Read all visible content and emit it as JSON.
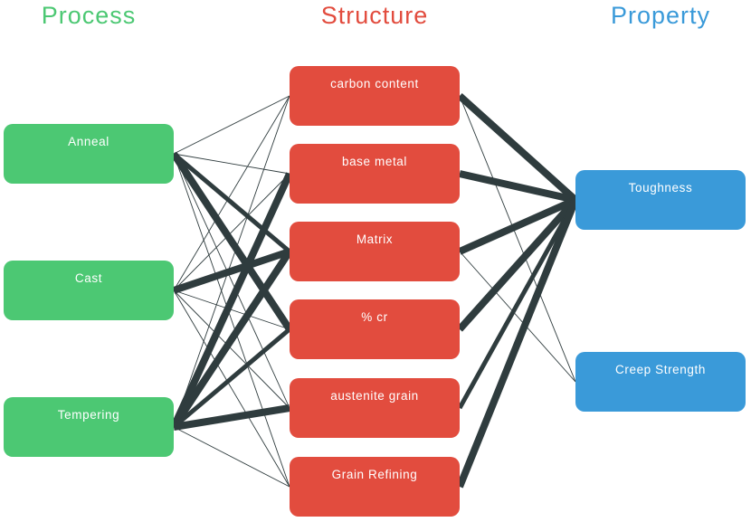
{
  "columns": {
    "process": "Process",
    "structure": "Structure",
    "property": "Property"
  },
  "colors": {
    "process": "#4cc873",
    "structure": "#e24c3e",
    "property": "#3a9ad9",
    "edge": "#2f3c3e"
  },
  "nodes": {
    "anneal": "Anneal",
    "cast": "Cast",
    "tempering": "Tempering",
    "carbon": "carbon content",
    "base": "base metal",
    "matrix": "Matrix",
    "cr": "% cr",
    "austenite": "austenite grain",
    "grain": "Grain Refining",
    "toughness": "Toughness",
    "creep": "Creep Strength"
  },
  "edges": [
    {
      "from": "anneal",
      "to": "carbon",
      "weight": "thin"
    },
    {
      "from": "anneal",
      "to": "base",
      "weight": "thin"
    },
    {
      "from": "anneal",
      "to": "matrix",
      "weight": "medium"
    },
    {
      "from": "anneal",
      "to": "cr",
      "weight": "thick"
    },
    {
      "from": "anneal",
      "to": "austenite",
      "weight": "thin"
    },
    {
      "from": "anneal",
      "to": "grain",
      "weight": "thin"
    },
    {
      "from": "cast",
      "to": "carbon",
      "weight": "thin"
    },
    {
      "from": "cast",
      "to": "base",
      "weight": "thin"
    },
    {
      "from": "cast",
      "to": "matrix",
      "weight": "thick"
    },
    {
      "from": "cast",
      "to": "cr",
      "weight": "thin"
    },
    {
      "from": "cast",
      "to": "austenite",
      "weight": "thin"
    },
    {
      "from": "cast",
      "to": "grain",
      "weight": "thin"
    },
    {
      "from": "tempering",
      "to": "carbon",
      "weight": "thin"
    },
    {
      "from": "tempering",
      "to": "base",
      "weight": "thick"
    },
    {
      "from": "tempering",
      "to": "matrix",
      "weight": "thick"
    },
    {
      "from": "tempering",
      "to": "cr",
      "weight": "medium"
    },
    {
      "from": "tempering",
      "to": "austenite",
      "weight": "thick"
    },
    {
      "from": "tempering",
      "to": "grain",
      "weight": "thin"
    },
    {
      "from": "carbon",
      "to": "toughness",
      "weight": "thick"
    },
    {
      "from": "base",
      "to": "toughness",
      "weight": "thick"
    },
    {
      "from": "matrix",
      "to": "toughness",
      "weight": "thick"
    },
    {
      "from": "cr",
      "to": "toughness",
      "weight": "thick"
    },
    {
      "from": "austenite",
      "to": "toughness",
      "weight": "medium"
    },
    {
      "from": "grain",
      "to": "toughness",
      "weight": "thick"
    },
    {
      "from": "carbon",
      "to": "creep",
      "weight": "thin"
    },
    {
      "from": "matrix",
      "to": "creep",
      "weight": "thin"
    }
  ]
}
